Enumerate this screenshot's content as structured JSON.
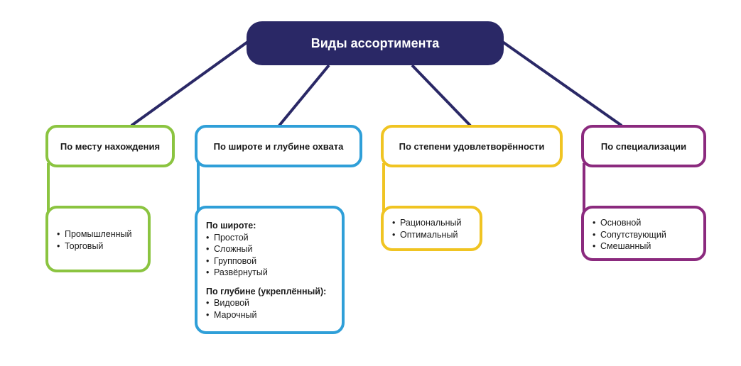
{
  "root": {
    "title": "Виды ассортимента"
  },
  "colors": {
    "root": "#2a2866",
    "lines": "#2a2866",
    "green": "#8bc440",
    "blue": "#2f9fd8",
    "yellow": "#f0c422",
    "purple": "#8b2a7e"
  },
  "categories": [
    {
      "title": "По месту нахождения",
      "items": [
        "Промышленный",
        "Торговый"
      ]
    },
    {
      "title": "По широте и глубине охвата",
      "groups": [
        {
          "title": "По широте:",
          "items": [
            "Простой",
            "Сложный",
            "Групповой",
            "Развёрнутый"
          ]
        },
        {
          "title": "По глубине (укреплённый):",
          "items": [
            "Видовой",
            "Марочный"
          ]
        }
      ]
    },
    {
      "title": "По степени удовлетворённости",
      "items": [
        "Рациональный",
        "Оптимальный"
      ]
    },
    {
      "title": "По специализации",
      "items": [
        "Основной",
        "Сопутствующий",
        "Смешанный"
      ]
    }
  ]
}
